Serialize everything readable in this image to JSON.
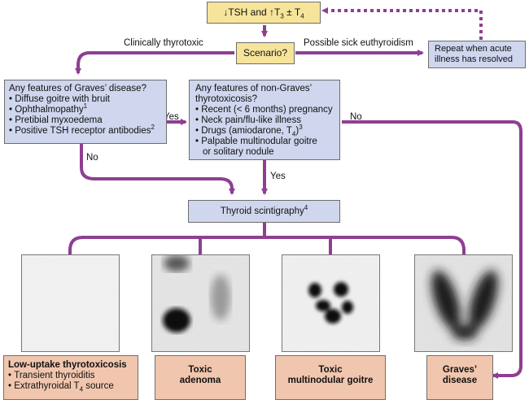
{
  "start_box": {
    "prefix": "↓TSH and ↑T",
    "sub3": "3",
    "mid": " ± T",
    "sub4": "4"
  },
  "scenario_box": {
    "label": "Scenario?"
  },
  "repeat_box": {
    "line1": "Repeat when acute",
    "line2": "illness has resolved"
  },
  "edge_labels": {
    "clinically_thyrotoxic": "Clinically thyrotoxic",
    "possible_sick_euthyroidism": "Possible sick euthyroidism",
    "yes_graves_to_nongraves": "Yes",
    "no_graves": "No",
    "yes_nongraves": "Yes",
    "no_nongraves": "No"
  },
  "graves_box": {
    "title": "Any features of Graves’ disease?",
    "items": [
      "Diffuse goitre with bruit",
      "Ophthalmopathy",
      "Pretibial myxoedema",
      "Positive TSH receptor antibodies"
    ],
    "sup1": "1",
    "sup2": "2"
  },
  "nongraves_box": {
    "title1": "Any features of non-Graves’",
    "title2": "thyrotoxicosis?",
    "items": [
      "Recent (< 6 months) pregnancy",
      "Neck pain/flu-like illness",
      "Palpable multinodular goitre",
      "or solitary nodule"
    ],
    "drugs_prefix": "Drugs (amiodarone, T",
    "drugs_sub": "4",
    "drugs_suffix": ")",
    "sup3": "3"
  },
  "scintigraphy_box": {
    "label": "Thyroid scintigraphy",
    "sup": "4"
  },
  "outcomes": {
    "low_uptake": {
      "title": "Low-uptake thyrotoxicosis",
      "item1": "Transient thyroiditis",
      "item2_prefix": "Extrathyroidal T",
      "item2_sub": "4",
      "item2_suffix": " source"
    },
    "toxic_adenoma": {
      "line1": "Toxic",
      "line2": "adenoma"
    },
    "toxic_mng": {
      "line1": "Toxic",
      "line2": "multinodular goitre"
    },
    "graves": {
      "line1": "Graves’",
      "line2": "disease"
    }
  },
  "colors": {
    "arrow": "#8e3f92",
    "yellow": "#f6e49a",
    "blue": "#cfd6ee",
    "peach": "#f1c6ae"
  },
  "scans": [
    "low-uptake-scan",
    "toxic-adenoma-scan",
    "toxic-multinodular-scan",
    "graves-scan"
  ]
}
